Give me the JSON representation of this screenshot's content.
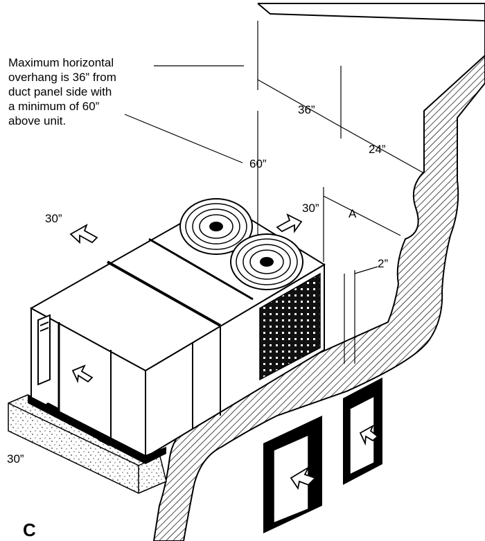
{
  "note": {
    "lines": [
      "Maximum horizontal",
      "overhang is 36” from",
      "duct panel side with",
      "a minimum of 60”",
      "above unit."
    ]
  },
  "dimensions": {
    "overhang": "36”",
    "side_clearance": "24”",
    "above_unit": "60”",
    "condenser_end": "30”",
    "dimension_a": "A",
    "duct_gap": "2”",
    "left_end": "30”",
    "front": "30”"
  },
  "figure_letter": "C"
}
